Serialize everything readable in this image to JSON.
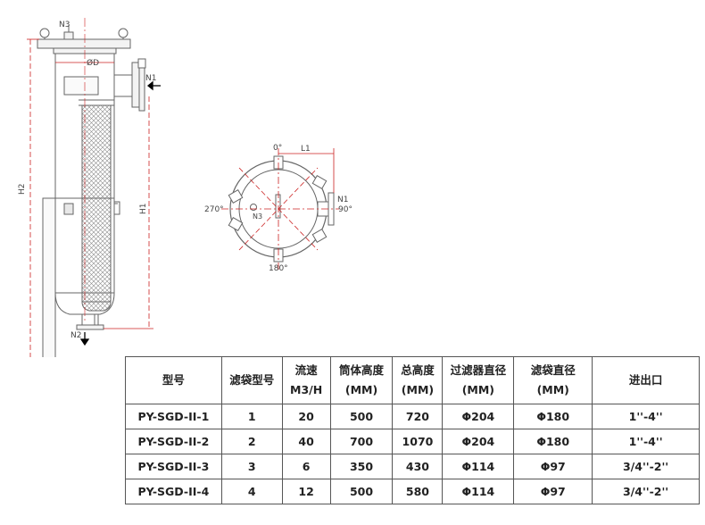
{
  "diagram": {
    "labels": {
      "n1": "N1",
      "n2": "N2",
      "n3": "N3",
      "h1": "H1",
      "h2": "H2",
      "l1": "L1",
      "phi_d": "ØD",
      "angle_0": "0°",
      "angle_90": "90°",
      "angle_180": "180°",
      "angle_270": "270°"
    },
    "colors": {
      "line": "#666666",
      "dimension": "#cc2222",
      "mesh": "#999999",
      "arrow": "#000000"
    }
  },
  "table": {
    "headers": [
      [
        "型号"
      ],
      [
        "滤袋型号"
      ],
      [
        "流速",
        "M3/H"
      ],
      [
        "筒体高度",
        "(MM)"
      ],
      [
        "总高度",
        "(MM)"
      ],
      [
        "过滤器直径",
        "(MM)"
      ],
      [
        "滤袋直径",
        "(MM)"
      ],
      [
        "进出口"
      ]
    ],
    "rows": [
      [
        "PY-SGD-II-1",
        "1",
        "20",
        "500",
        "720",
        "Φ204",
        "Φ180",
        "1''-4''"
      ],
      [
        "PY-SGD-II-2",
        "2",
        "40",
        "700",
        "1070",
        "Φ204",
        "Φ180",
        "1''-4''"
      ],
      [
        "PY-SGD-II-3",
        "3",
        "6",
        "350",
        "430",
        "Φ114",
        "Φ97",
        "3/4''-2''"
      ],
      [
        "PY-SGD-II-4",
        "4",
        "12",
        "500",
        "580",
        "Φ114",
        "Φ97",
        "3/4''-2''"
      ]
    ]
  }
}
